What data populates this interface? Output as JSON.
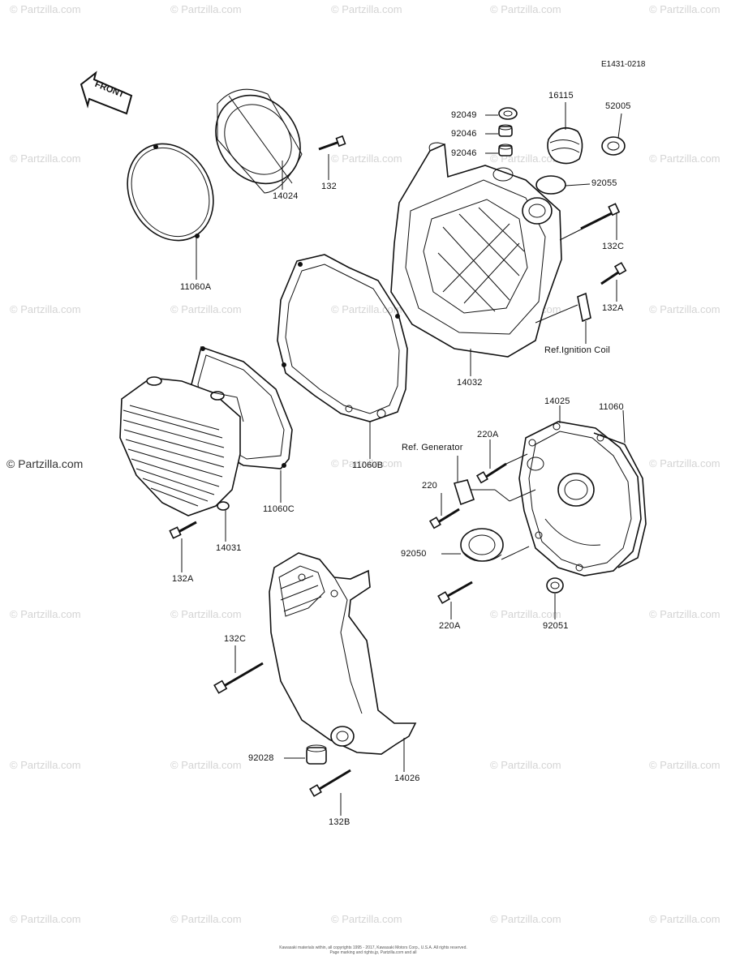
{
  "diagram_code": "E1431-0218",
  "front_label": "FRONT",
  "watermark_text": "© Partzilla.com",
  "footer_lines": [
    "Kawasaki materials within, all copyrights 1995 - 2017, Kawasaki Motors Corp., U.S.A. All rights reserved.",
    "Page marking and rights.jp, Partzilla.com and all"
  ],
  "labels": {
    "l92049": "92049",
    "l92046a": "92046",
    "l92046b": "92046",
    "l16115": "16115",
    "l52005": "52005",
    "l92055": "92055",
    "l132": "132",
    "l14024": "14024",
    "l11060A": "11060A",
    "l132C_top": "132C",
    "l132A_top": "132A",
    "l_ref_ignition": "Ref.Ignition Coil",
    "l14032": "14032",
    "l14025": "14025",
    "l11060": "11060",
    "l220A_top": "220A",
    "l_ref_generator": "Ref. Generator",
    "l220": "220",
    "l92050": "92050",
    "l220A_bot": "220A",
    "l92051": "92051",
    "l11060B": "11060B",
    "l11060C": "11060C",
    "l14031": "14031",
    "l132A_bot": "132A",
    "l132C_bot": "132C",
    "l92028": "92028",
    "l14026": "14026",
    "l132B": "132B"
  }
}
